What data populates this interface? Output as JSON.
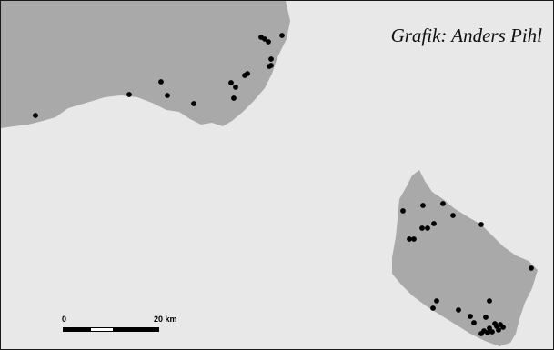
{
  "map": {
    "credit": "Grafik: Anders Pihl",
    "colors": {
      "sea": "#e8e8e8",
      "land": "#a9a9a9",
      "dot": "#000000",
      "frame": "#1a1a1a"
    },
    "scale_bar": {
      "start_label": "0",
      "end_label": "20 km"
    },
    "dots_mainland_count": 17,
    "dots_island_count": 28
  }
}
